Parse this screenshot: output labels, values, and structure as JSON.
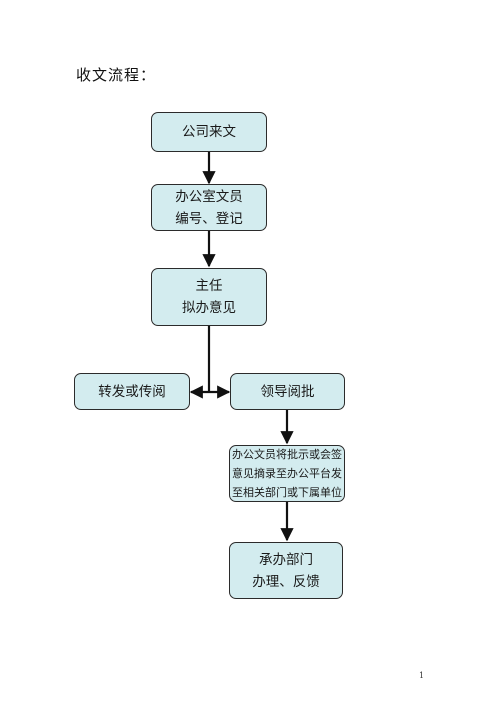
{
  "title": "收文流程：",
  "nodes": {
    "company_incoming": {
      "lines": [
        "公司来文"
      ]
    },
    "office_clerk": {
      "lines": [
        "办公室文员",
        "编号、登记"
      ]
    },
    "director": {
      "lines": [
        "主任",
        "拟办意见"
      ]
    },
    "forward": {
      "lines": [
        "转发或传阅"
      ]
    },
    "leader_approval": {
      "lines": [
        "领导阅批"
      ]
    },
    "clerk_publish": {
      "lines": [
        "办公文员将批示或会签",
        "意见摘录至办公平台发",
        "至相关部门或下属单位"
      ]
    },
    "handling_dept": {
      "lines": [
        "承办部门",
        "办理、反馈"
      ]
    }
  },
  "page_number": "1",
  "colors": {
    "box_fill": "#d3ecef",
    "box_border": "#2b2b2b",
    "arrow": "#111111"
  }
}
